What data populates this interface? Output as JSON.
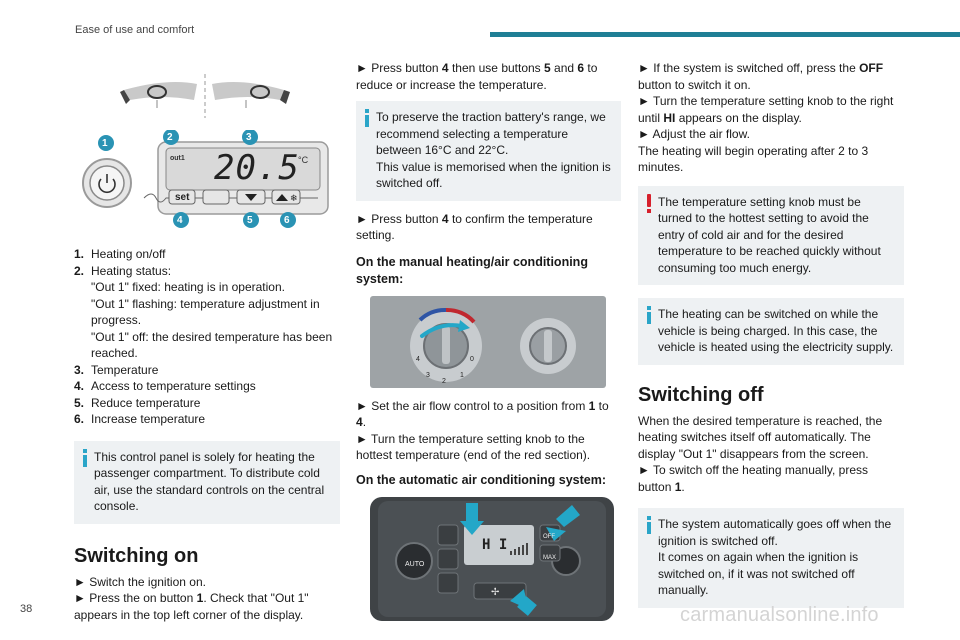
{
  "header": {
    "title": "Ease of use and comfort"
  },
  "page_number": "38",
  "watermark": "carmanualsonline.info",
  "colors": {
    "accent": "#1f7f95",
    "info": "#2aa5c8",
    "warning": "#d6202c",
    "note_bg": "#eef1f3"
  },
  "col1": {
    "panel": {
      "display_label": "out1",
      "display_value": "20.5",
      "unit": "°C",
      "set_label": "set",
      "callouts": [
        "1",
        "2",
        "3",
        "4",
        "5",
        "6"
      ]
    },
    "legend": [
      {
        "num": "1.",
        "lines": [
          "Heating on/off"
        ]
      },
      {
        "num": "2.",
        "lines": [
          "Heating status:",
          "\"Out 1\" fixed: heating is in operation.",
          "\"Out 1\" flashing: temperature adjustment in progress.",
          "\"Out 1\" off: the desired temperature has been reached."
        ]
      },
      {
        "num": "3.",
        "lines": [
          "Temperature"
        ]
      },
      {
        "num": "4.",
        "lines": [
          "Access to temperature settings"
        ]
      },
      {
        "num": "5.",
        "lines": [
          "Reduce temperature"
        ]
      },
      {
        "num": "6.",
        "lines": [
          "Increase temperature"
        ]
      }
    ],
    "note": "This control panel is solely for heating the passenger compartment. To distribute cold air, use the standard controls on the central console.",
    "heading": "Switching on",
    "steps": [
      {
        "pre": "► Switch the ignition on."
      },
      {
        "pre": "► Press the on button ",
        "b": "1",
        "post": ". Check that \"Out 1\" appears in the top left corner of the display."
      }
    ]
  },
  "col2": {
    "p1": {
      "a": "► Press button ",
      "b1": "4",
      "c": " then use buttons ",
      "b2": "5",
      "d": " and ",
      "b3": "6",
      "e": " to reduce or increase the temperature."
    },
    "note": "To preserve the traction battery's range, we recommend selecting a temperature between 16°C and 22°C.\nThis value is memorised when the ignition is switched off.",
    "p2": {
      "a": "► Press button ",
      "b": "4",
      "c": " to confirm the temperature setting."
    },
    "h_manual": "On the manual heating/air conditioning system:",
    "manual_dial_marks": [
      "4",
      "3",
      "2",
      "1",
      "0"
    ],
    "p3": {
      "a": "► Set the air flow control to a position from ",
      "b1": "1",
      "c": " to ",
      "b2": "4",
      "d": "."
    },
    "p4": "► Turn the temperature setting knob to the hottest temperature (end of the red section).",
    "h_auto": "On the automatic air conditioning system:",
    "auto_panel": {
      "display": "H I",
      "off": "OFF",
      "auto": "AUTO",
      "max": "MAX"
    }
  },
  "col3": {
    "p1": {
      "a": "► If the system is switched off, press the ",
      "b": "OFF",
      "c": " button to switch it on."
    },
    "p2": {
      "a": "► Turn the temperature setting knob to the right until ",
      "b": "HI",
      "c": " appears on the display."
    },
    "p3": "► Adjust the air flow.",
    "p4": "The heating will begin operating after 2 to 3 minutes.",
    "warning": "The temperature setting knob must be turned to the hottest setting to avoid the entry of cold air and for the desired temperature to be reached quickly without consuming too much energy.",
    "note": "The heating can be switched on while the vehicle is being charged. In this case, the vehicle is heated using the electricity supply.",
    "heading": "Switching off",
    "p5": "When the desired temperature is reached, the heating switches itself off automatically. The display \"Out 1\" disappears from the screen.",
    "p6": {
      "a": "► To switch off the heating manually, press button ",
      "b": "1",
      "c": "."
    },
    "note2": "The system automatically goes off when the ignition is switched off.\nIt comes on again when the ignition is switched on, if it was not switched off manually."
  }
}
